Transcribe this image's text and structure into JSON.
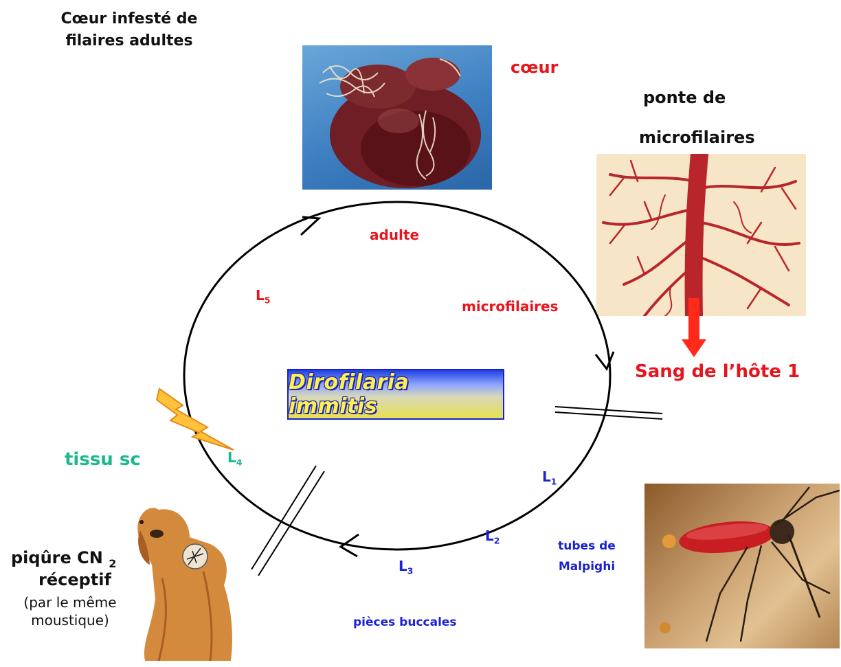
{
  "heart_title": {
    "line1": "Cœur infesté de",
    "line2": "filaires adultes"
  },
  "labels": {
    "coeur": "cœur",
    "ponte_line1": "ponte de",
    "ponte_line2": "microfilaires",
    "adulte": "adulte",
    "microfilaires": "microfilaires",
    "sang": "Sang de l’hôte 1",
    "species": "Dirofilaria immitis",
    "tissu": "tissu sc",
    "tubes_line1": "tubes de",
    "tubes_line2": "Malpighi",
    "pieces": "pièces buccales",
    "piqure_main": "piqûre CN",
    "piqure_sub": "2",
    "recept": "réceptif",
    "paren_line1": "(par le même",
    "paren_line2": "moustique)"
  },
  "stages": {
    "L5": {
      "letter": "L",
      "sub": "5"
    },
    "L4": {
      "letter": "L",
      "sub": "4"
    },
    "L1": {
      "letter": "L",
      "sub": "1"
    },
    "L2": {
      "letter": "L",
      "sub": "2"
    },
    "L3": {
      "letter": "L",
      "sub": "3"
    }
  },
  "colors": {
    "red": "#e8141c",
    "blue": "#1a22d4",
    "teal": "#19b98c",
    "species_fill": "#fff14a",
    "arrow_red": "#ff2a1a",
    "lightning": "#ffc23a"
  },
  "icons": {
    "heart_photo": "heart-with-worms-image",
    "vessel": "blood-vessel-image",
    "mosquito": "mosquito-image",
    "dog": "dog-image",
    "lightning": "lightning-icon"
  }
}
